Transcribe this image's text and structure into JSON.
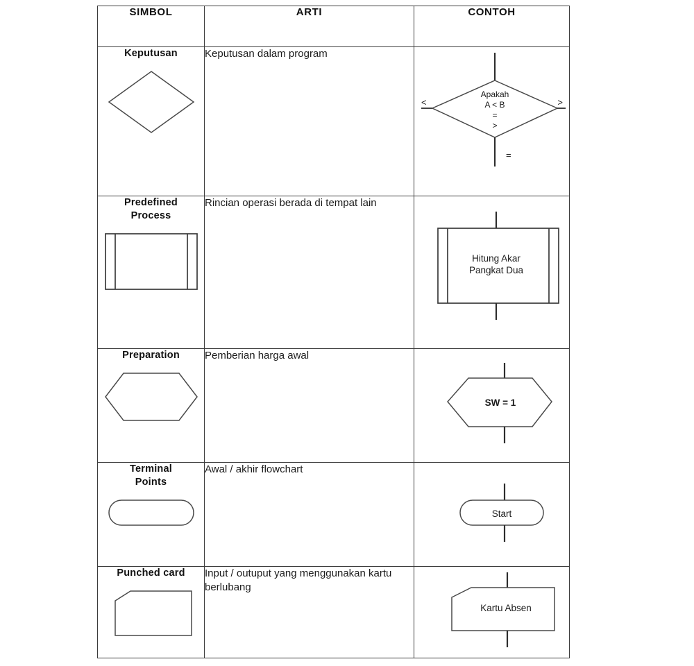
{
  "table": {
    "headers": [
      "SIMBOL",
      "ARTI",
      "CONTOH"
    ],
    "rows": [
      {
        "symbol_name": "Keputusan",
        "symbol_shape": "decision-diamond",
        "meaning": "Keputusan dalam program",
        "example": {
          "shape": "decision-diamond",
          "lines": [
            "Apakah",
            "A  <  B",
            "=",
            ">"
          ],
          "left_label": "<",
          "right_label": ">",
          "bottom_label": "="
        }
      },
      {
        "symbol_name": "Predefined Process",
        "symbol_name_line1": "Predefined",
        "symbol_name_line2": "Process",
        "symbol_shape": "predefined-process",
        "meaning": "Rincian operasi berada di tempat lain",
        "example": {
          "shape": "predefined-process",
          "lines": [
            "Hitung Akar",
            "Pangkat Dua"
          ]
        }
      },
      {
        "symbol_name": "Preparation",
        "symbol_shape": "preparation-hexagon",
        "meaning": "Pemberian harga awal",
        "example": {
          "shape": "preparation-hexagon",
          "lines": [
            "SW = 1"
          ]
        }
      },
      {
        "symbol_name": "Terminal Points",
        "symbol_name_line1": "Terminal",
        "symbol_name_line2": "Points",
        "symbol_shape": "terminal-stadium",
        "meaning": "Awal / akhir flowchart",
        "example": {
          "shape": "terminal-stadium",
          "lines": [
            "Start"
          ]
        }
      },
      {
        "symbol_name": "Punched card",
        "symbol_shape": "punched-card",
        "meaning": "Input / outuput yang menggunakan kartu berlubang",
        "example": {
          "shape": "punched-card",
          "lines": [
            "Kartu Absen"
          ]
        }
      }
    ]
  },
  "colors": {
    "border": "#3b3b3b",
    "shape_stroke": "#4a4a4a",
    "connector": "#2d2d2d",
    "text": "#1b1b1b",
    "background": "#ffffff"
  }
}
